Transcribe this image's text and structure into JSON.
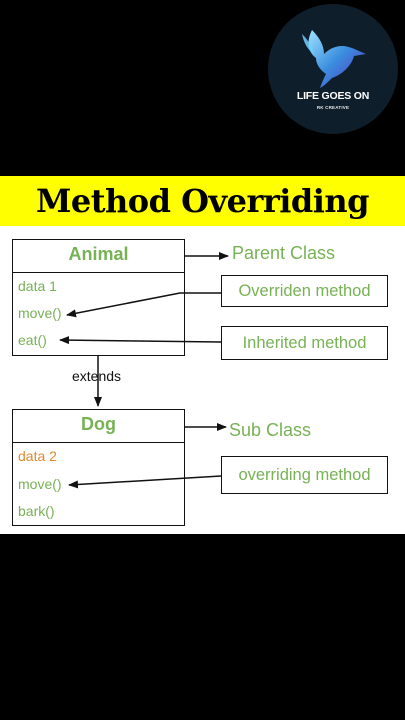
{
  "logo": {
    "title": "LIFE GOES ON",
    "subtitle": "RK CREATIVE",
    "icon": "hummingbird-icon"
  },
  "banner": {
    "title": "Method Overriding"
  },
  "diagram": {
    "parent_class": {
      "name": "Animal",
      "members": [
        "data 1",
        "move()",
        "eat()"
      ]
    },
    "child_class": {
      "name": "Dog",
      "members": [
        "data 2",
        "move()",
        "bark()"
      ]
    },
    "relation": "extends",
    "labels": {
      "parent": "Parent Class",
      "overriden": "Overriden method",
      "inherited": "Inherited method",
      "sub": "Sub Class",
      "overriding": "overriding method"
    },
    "colors": {
      "class_text": "#77b255",
      "highlight_member": "#e08a2e",
      "banner": "#ffff00"
    }
  }
}
